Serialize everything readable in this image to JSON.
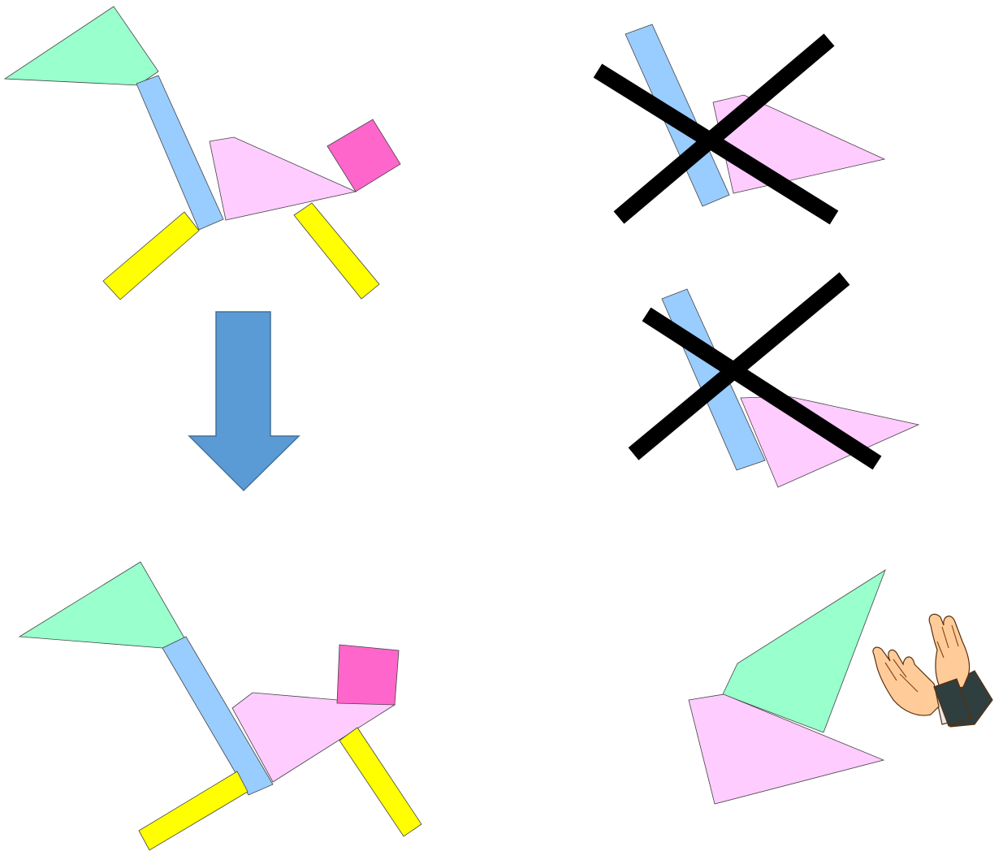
{
  "colors": {
    "background": "#ffffff",
    "green_triangle": "#99ffcc",
    "blue_bar": "#99ccff",
    "pink_triangle": "#ffccff",
    "magenta_square": "#ff66cc",
    "yellow_bar": "#ffff00",
    "arrow": "#5b9bd5",
    "arrow_border": "#41719c",
    "cross": "#000000",
    "skin": "#ffcc99",
    "sleeve": "#2f3f3f"
  },
  "figures": [
    {
      "name": "figure-original",
      "pieces": [
        "green-triangle",
        "blue-bar",
        "pink-triangle",
        "magenta-square",
        "yellow-bar",
        "yellow-bar"
      ]
    },
    {
      "name": "figure-rotated",
      "pieces": [
        "green-triangle",
        "blue-bar",
        "pink-triangle",
        "magenta-square",
        "yellow-bar",
        "yellow-bar"
      ]
    },
    {
      "name": "pair-wrong-1",
      "pieces": [
        "blue-bar",
        "pink-triangle"
      ],
      "marked_wrong": true
    },
    {
      "name": "pair-wrong-2",
      "pieces": [
        "blue-bar",
        "pink-triangle"
      ],
      "marked_wrong": true
    },
    {
      "name": "pair-correct",
      "pieces": [
        "green-triangle",
        "pink-triangle"
      ],
      "marked_wrong": false
    }
  ],
  "icons": {
    "transform_arrow": "down-arrow-icon",
    "wrong_mark": "cross-icon",
    "approval": "clapping-hands-icon"
  }
}
